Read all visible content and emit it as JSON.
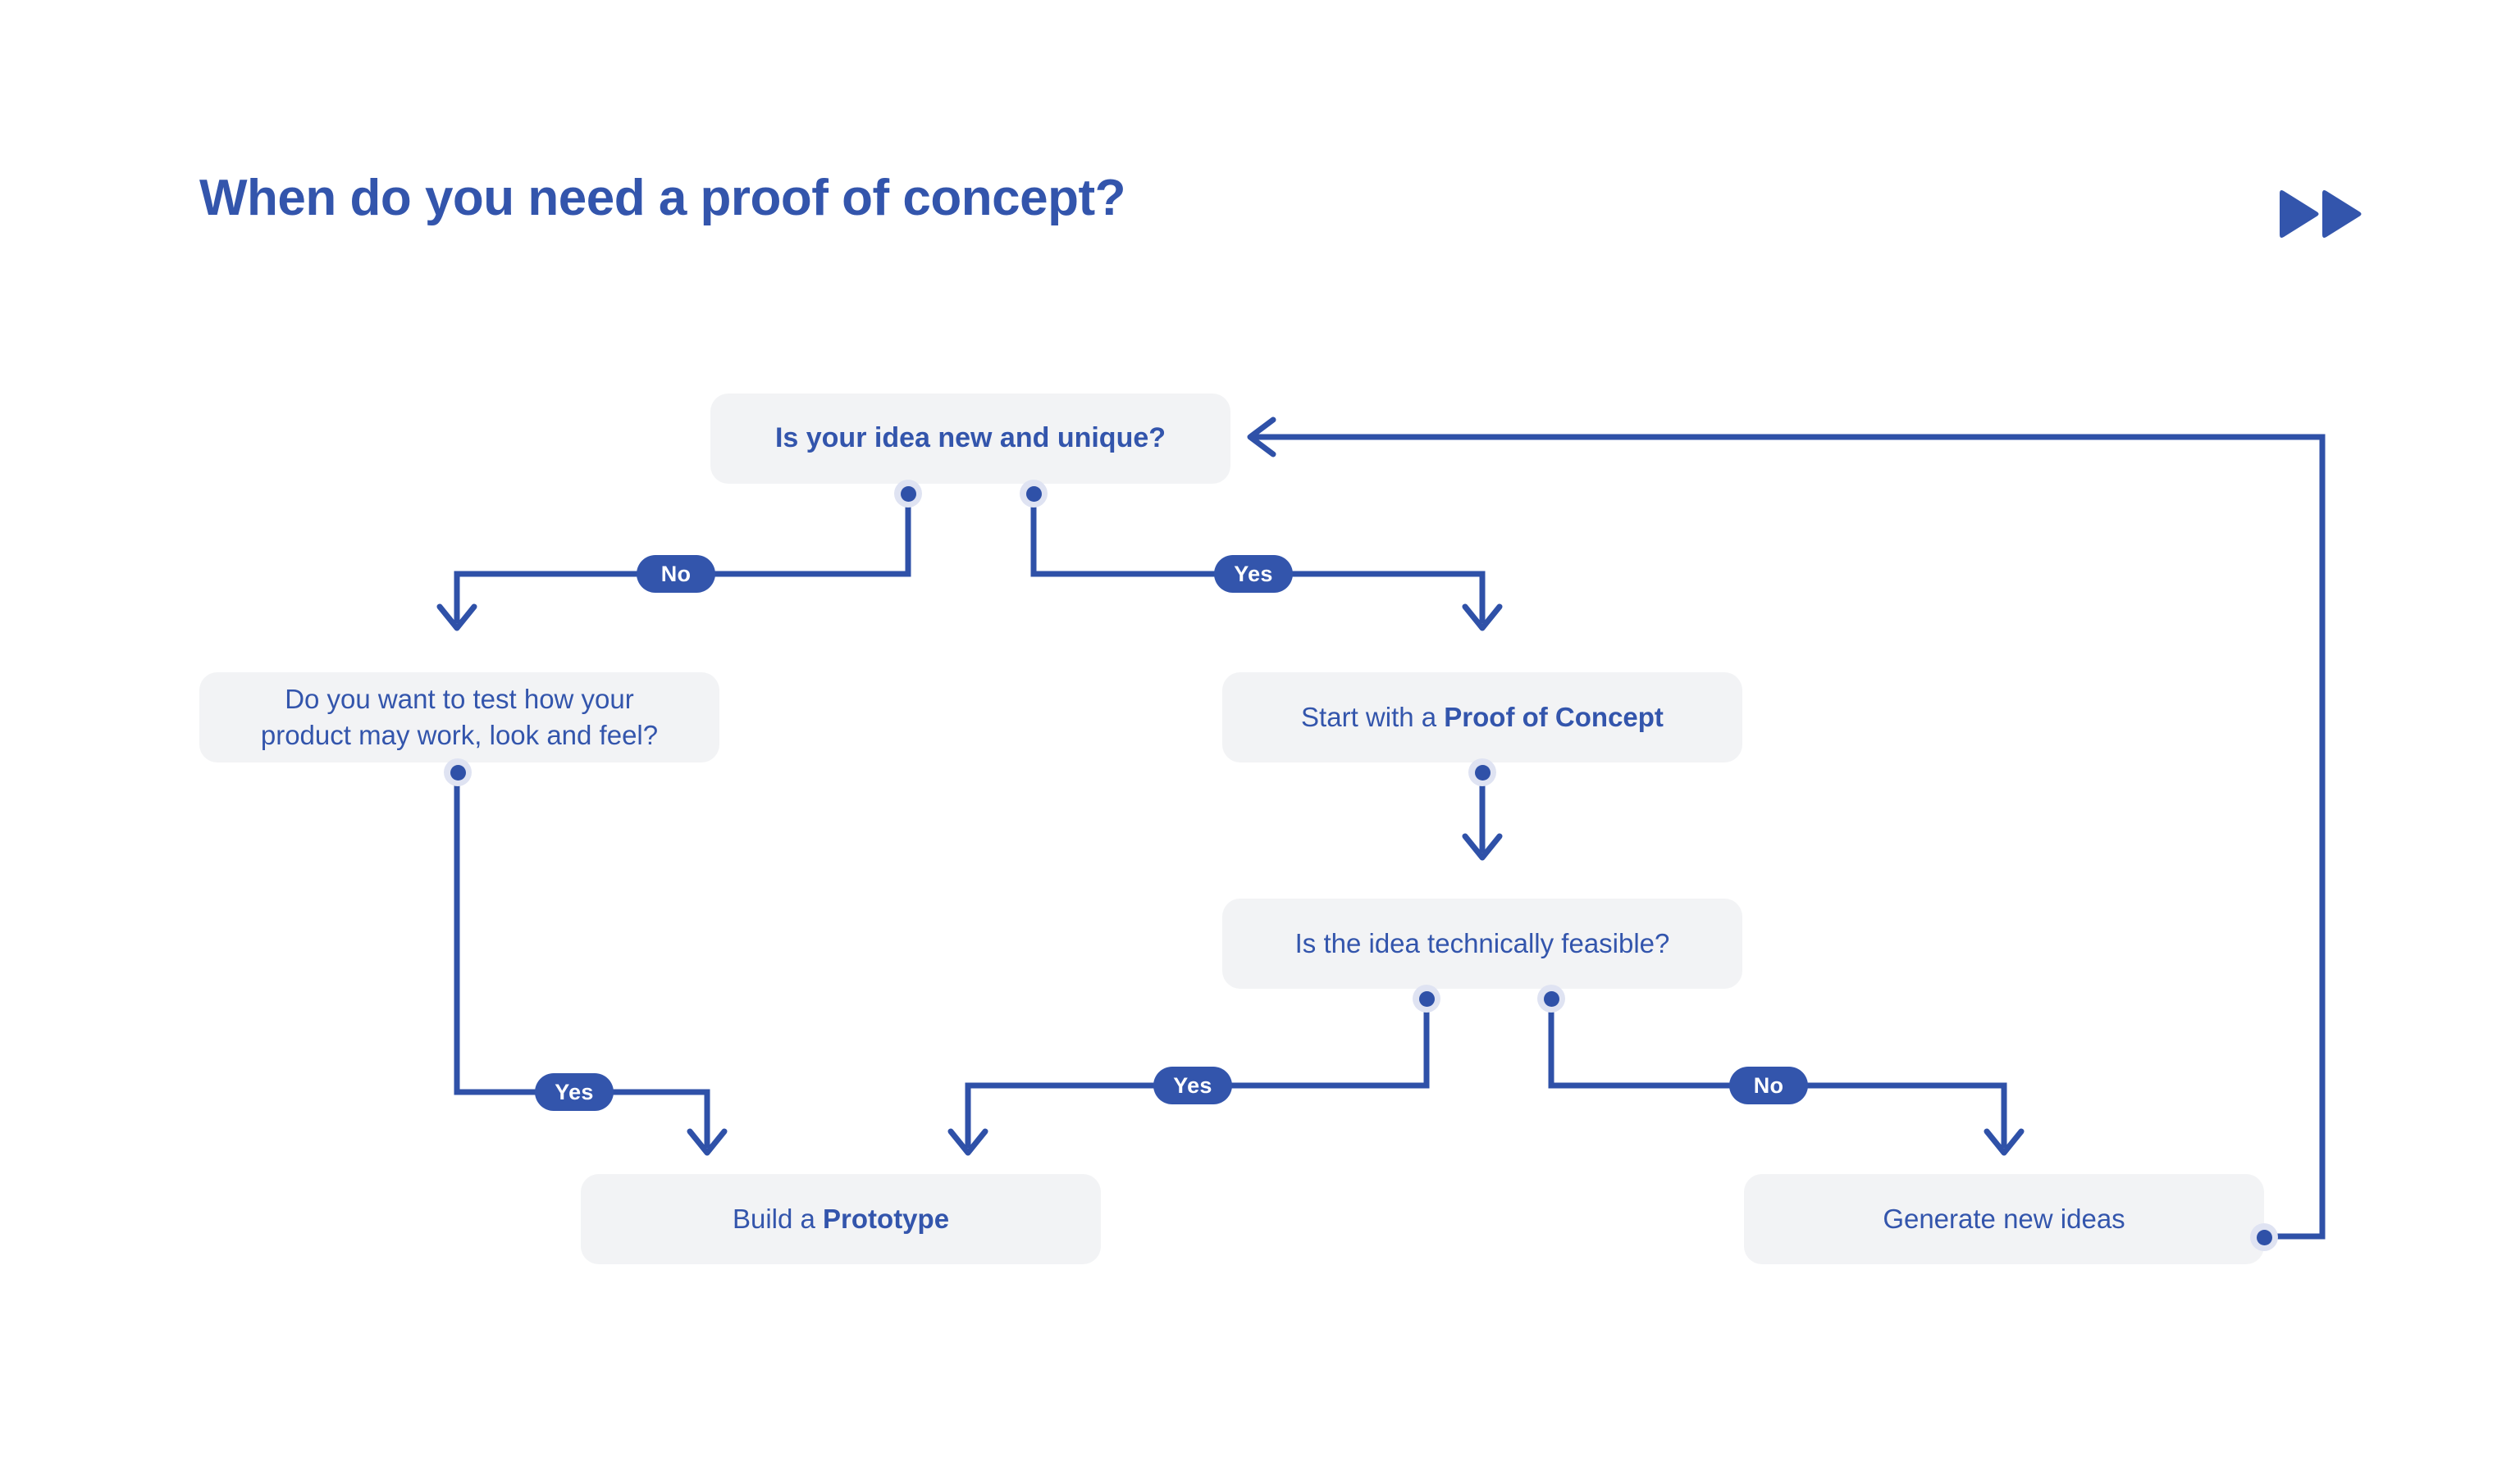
{
  "header": {
    "title": "When do you need a proof of concept?",
    "logo_icon": "fast-forward-double-triangle-icon",
    "accent_color": "#3355ac"
  },
  "theme": {
    "background": "#ffffff",
    "node_background": "#f2f3f5",
    "line_color": "#2f51a8",
    "pill_background": "#3355ac",
    "pill_text_color": "#ffffff",
    "text_color": "#3355ac",
    "dot_halo_color": "#dfe3f2"
  },
  "chart_data": {
    "type": "diagram",
    "title": "When do you need a proof of concept?",
    "nodes": [
      {
        "id": "idea-unique",
        "label": "Is your idea new and unique?",
        "bold": true,
        "bold_part": ""
      },
      {
        "id": "test-product",
        "label": "Do you want to test how your product may work, look and feel?",
        "bold": false,
        "bold_part": ""
      },
      {
        "id": "start-poc",
        "label": "Start with a Proof of Concept",
        "bold": false,
        "bold_part": "Proof of Concept"
      },
      {
        "id": "feasible",
        "label": "Is the idea technically feasible?",
        "bold": false,
        "bold_part": ""
      },
      {
        "id": "prototype",
        "label": "Build a Prototype",
        "bold": false,
        "bold_part": "Prototype"
      },
      {
        "id": "generate-ideas",
        "label": "Generate new ideas",
        "bold": false,
        "bold_part": ""
      }
    ],
    "edges": [
      {
        "from": "idea-unique",
        "to": "test-product",
        "label": "No"
      },
      {
        "from": "idea-unique",
        "to": "start-poc",
        "label": "Yes"
      },
      {
        "from": "test-product",
        "to": "prototype",
        "label": "Yes"
      },
      {
        "from": "start-poc",
        "to": "feasible",
        "label": ""
      },
      {
        "from": "feasible",
        "to": "prototype",
        "label": "Yes"
      },
      {
        "from": "feasible",
        "to": "generate-ideas",
        "label": "No"
      },
      {
        "from": "generate-ideas",
        "to": "idea-unique",
        "label": ""
      }
    ]
  },
  "nodes": {
    "idea_unique": {
      "text": "Is your idea new and unique?"
    },
    "test_product": {
      "line1": "Do you want to test how your",
      "line2": "product may work, look and feel?"
    },
    "start_poc": {
      "prefix": "Start with a ",
      "emphasis": "Proof of Concept"
    },
    "feasible": {
      "text": "Is the idea technically feasible?"
    },
    "prototype": {
      "prefix": "Build a ",
      "emphasis": "Prototype"
    },
    "generate_ideas": {
      "text": "Generate new ideas"
    }
  },
  "labels": {
    "no_1": "No",
    "yes_1": "Yes",
    "yes_2": "Yes",
    "yes_3": "Yes",
    "no_2": "No"
  }
}
